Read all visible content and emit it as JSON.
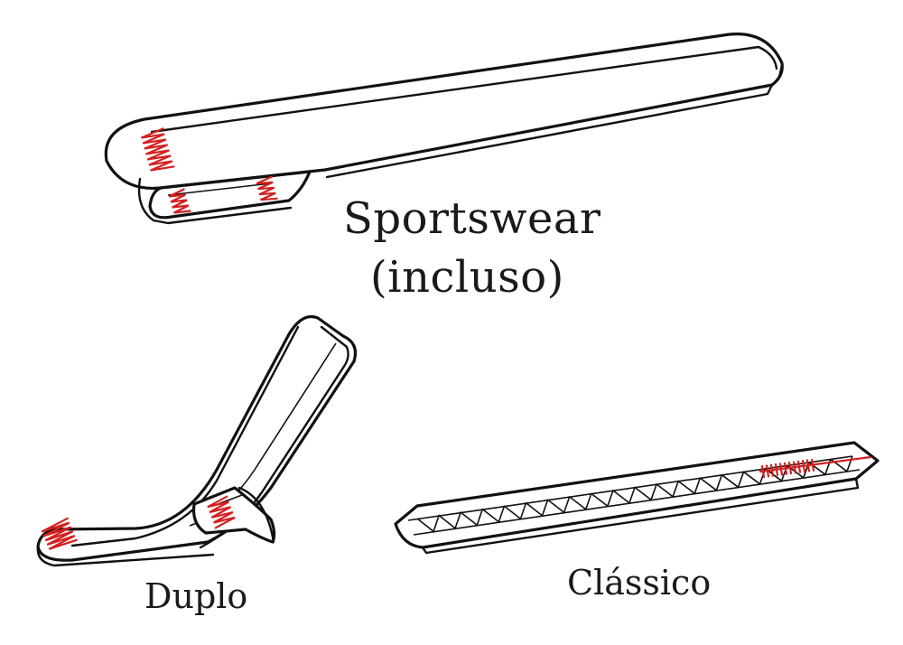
{
  "labels": {
    "sportswear_line1": "Sportswear",
    "sportswear_line2": "(incluso)",
    "duplo": "Duplo",
    "classico": "Clássico"
  },
  "colors": {
    "outline": "#111111",
    "stitch": "#d42020",
    "background": "#ffffff"
  }
}
